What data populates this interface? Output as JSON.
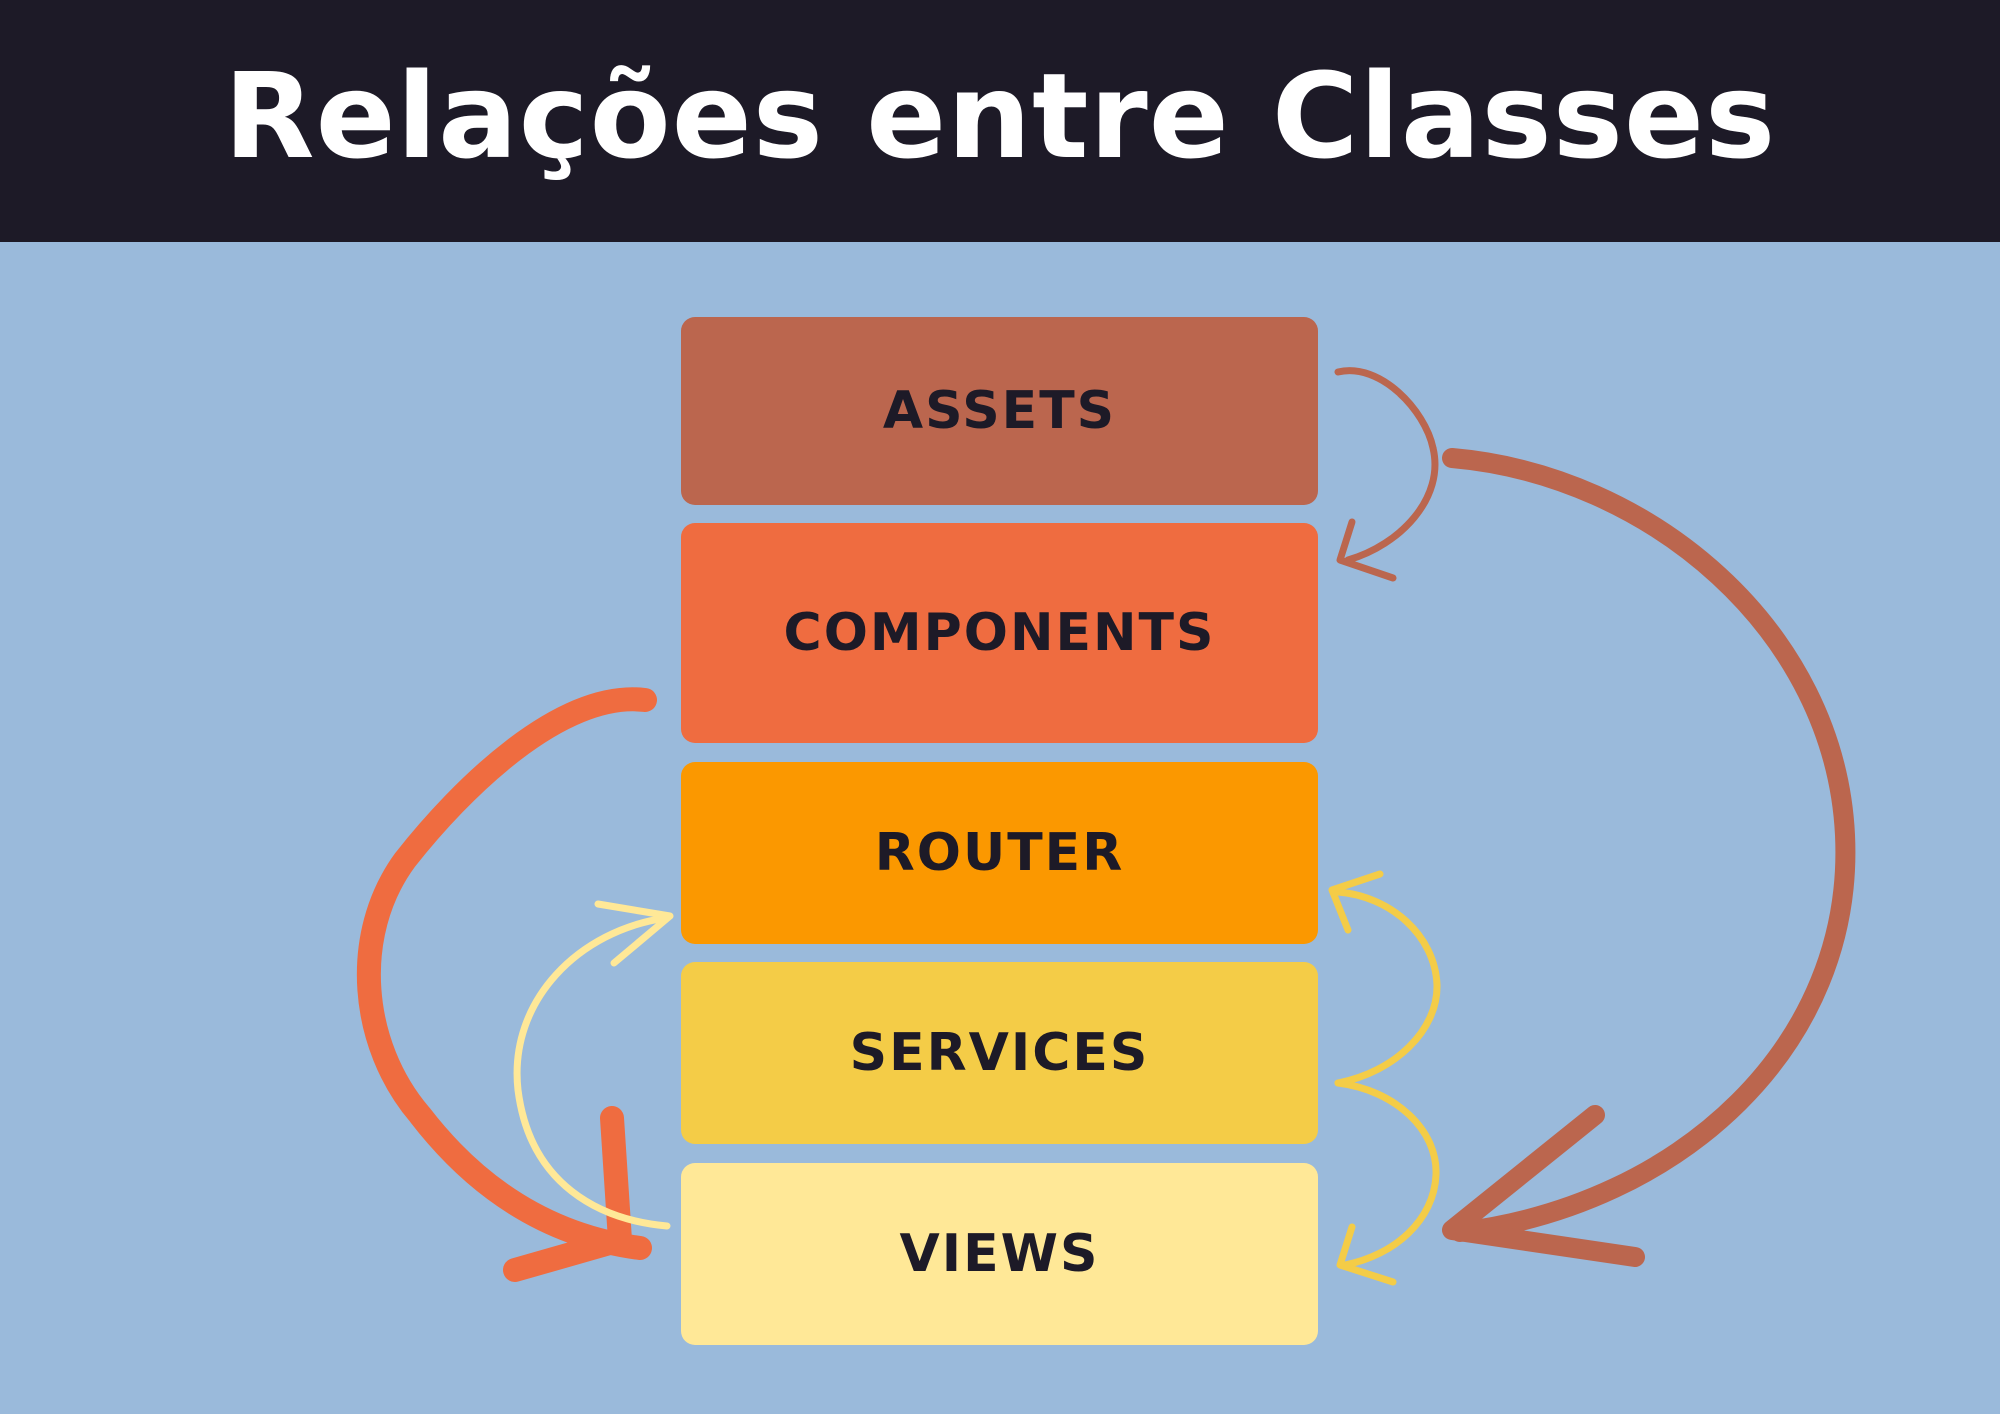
{
  "title": "Relações entre Classes",
  "colors": {
    "background": "#9abadb",
    "header": "#1d1a27",
    "text_dark": "#1d1a27",
    "text_light": "#ffffff"
  },
  "layers": [
    {
      "label": "ASSETS",
      "color": "#bb664e"
    },
    {
      "label": "COMPONENTS",
      "color": "#ef6c40"
    },
    {
      "label": "ROUTER",
      "color": "#fb9800"
    },
    {
      "label": "SERVICES",
      "color": "#f4cc47"
    },
    {
      "label": "VIEWS",
      "color": "#ffe897"
    }
  ],
  "arrows": [
    {
      "from": "ASSETS",
      "to": "COMPONENTS",
      "color": "#bb664e"
    },
    {
      "from": "ASSETS",
      "to": "VIEWS",
      "color": "#bb664e"
    },
    {
      "from": "COMPONENTS",
      "to": "VIEWS",
      "color": "#ef6c40"
    },
    {
      "from": "VIEWS",
      "to": "ROUTER",
      "color": "#ffe897"
    },
    {
      "from": "SERVICES",
      "to": "ROUTER",
      "color": "#f4cc47"
    },
    {
      "from": "SERVICES",
      "to": "VIEWS",
      "color": "#f4cc47"
    }
  ]
}
